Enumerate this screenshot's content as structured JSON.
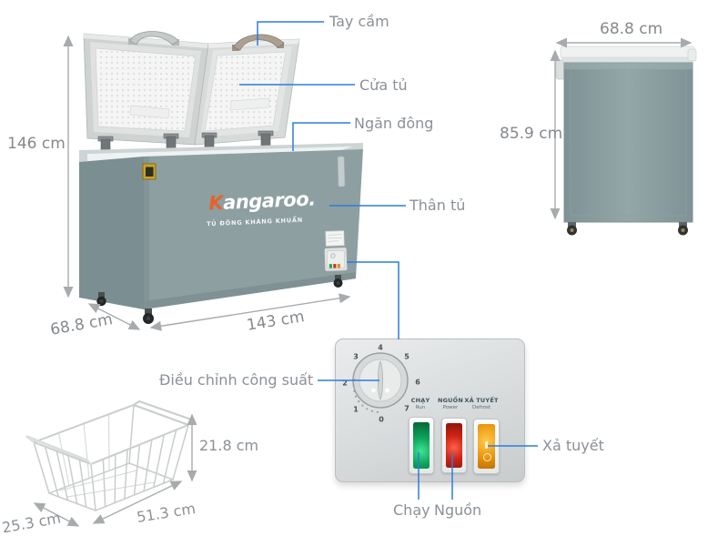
{
  "labels": {
    "handle": "Tay cầm",
    "door": "Cửa tủ",
    "compartment": "Ngăn đông",
    "body": "Thân tủ",
    "power_dial": "Điều chỉnh công suất",
    "defrost": "Xả tuyết",
    "run": "Chạy",
    "power": "Nguồn"
  },
  "dimensions": {
    "main_height": "146 cm",
    "main_depth": "68.8 cm",
    "main_width": "143 cm",
    "side_width": "68.8 cm",
    "side_height": "85.9 cm",
    "basket_height": "21.8 cm",
    "basket_width": "51.3 cm",
    "basket_depth": "25.3 cm"
  },
  "branding": {
    "logo_accent": "K",
    "logo_rest": "angaroo.",
    "tagline": "TỦ ĐÔNG KHÁNG KHUẨN"
  },
  "control_panel": {
    "dial_numbers": [
      "0",
      "1",
      "2",
      "3",
      "4",
      "5",
      "6",
      "7"
    ],
    "switches": [
      {
        "label": "CHẠY",
        "sublabel": "Run",
        "color": "#0da35a"
      },
      {
        "label": "NGUỒN",
        "sublabel": "Power",
        "color": "#cf2517"
      },
      {
        "label": "XẢ TUYẾT",
        "sublabel": "Defrost",
        "color": "#ec9811"
      }
    ]
  },
  "colors": {
    "leader_blue": "#2b7de0",
    "annotation_gray": "#a8abad",
    "label_gray": "#8b9196",
    "body_gray": "#8d9fa1",
    "logo_orange": "#e4632a"
  }
}
